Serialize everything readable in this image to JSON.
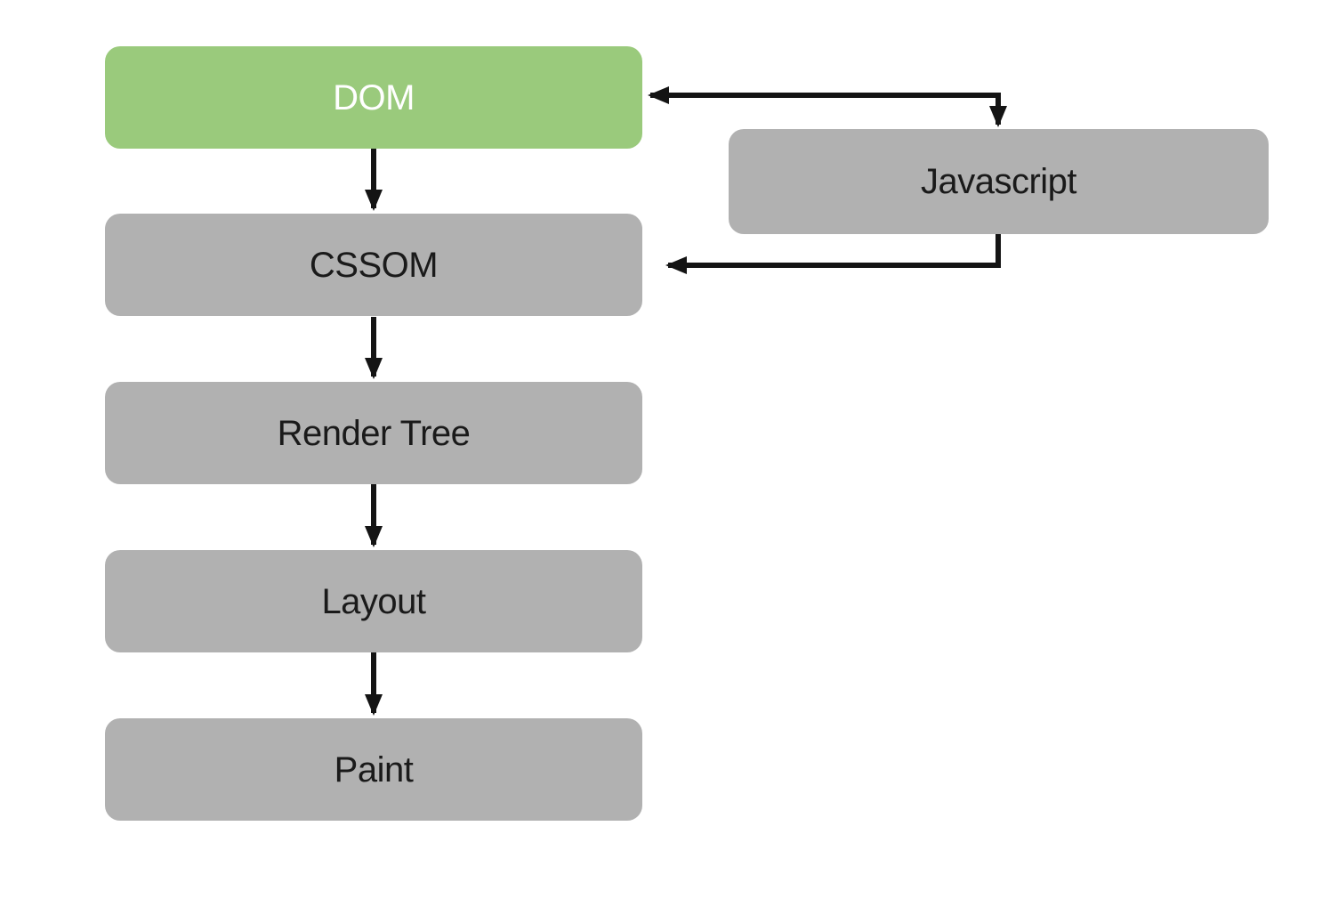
{
  "diagram": {
    "background_color": "#FFFFFF",
    "arrow_color": "#141414",
    "nodes": {
      "dom": {
        "label": "DOM",
        "fill": "#9ACA7C",
        "text_color": "#FFFFFF"
      },
      "cssom": {
        "label": "CSSOM",
        "fill": "#B1B1B1",
        "text_color": "#1A1A1A"
      },
      "render_tree": {
        "label": "Render Tree",
        "fill": "#B1B1B1",
        "text_color": "#1A1A1A"
      },
      "layout": {
        "label": "Layout",
        "fill": "#B1B1B1",
        "text_color": "#1A1A1A"
      },
      "paint": {
        "label": "Paint",
        "fill": "#B1B1B1",
        "text_color": "#1A1A1A"
      },
      "javascript": {
        "label": "Javascript",
        "fill": "#B1B1B1",
        "text_color": "#1A1A1A"
      }
    },
    "edges": [
      {
        "from": "DOM",
        "to": "CSSOM",
        "bidirectional": false
      },
      {
        "from": "CSSOM",
        "to": "Render Tree",
        "bidirectional": false
      },
      {
        "from": "Render Tree",
        "to": "Layout",
        "bidirectional": false
      },
      {
        "from": "Layout",
        "to": "Paint",
        "bidirectional": false
      },
      {
        "from": "DOM",
        "to": "Javascript",
        "bidirectional": true
      },
      {
        "from": "Javascript",
        "to": "CSSOM",
        "bidirectional": false
      }
    ]
  }
}
